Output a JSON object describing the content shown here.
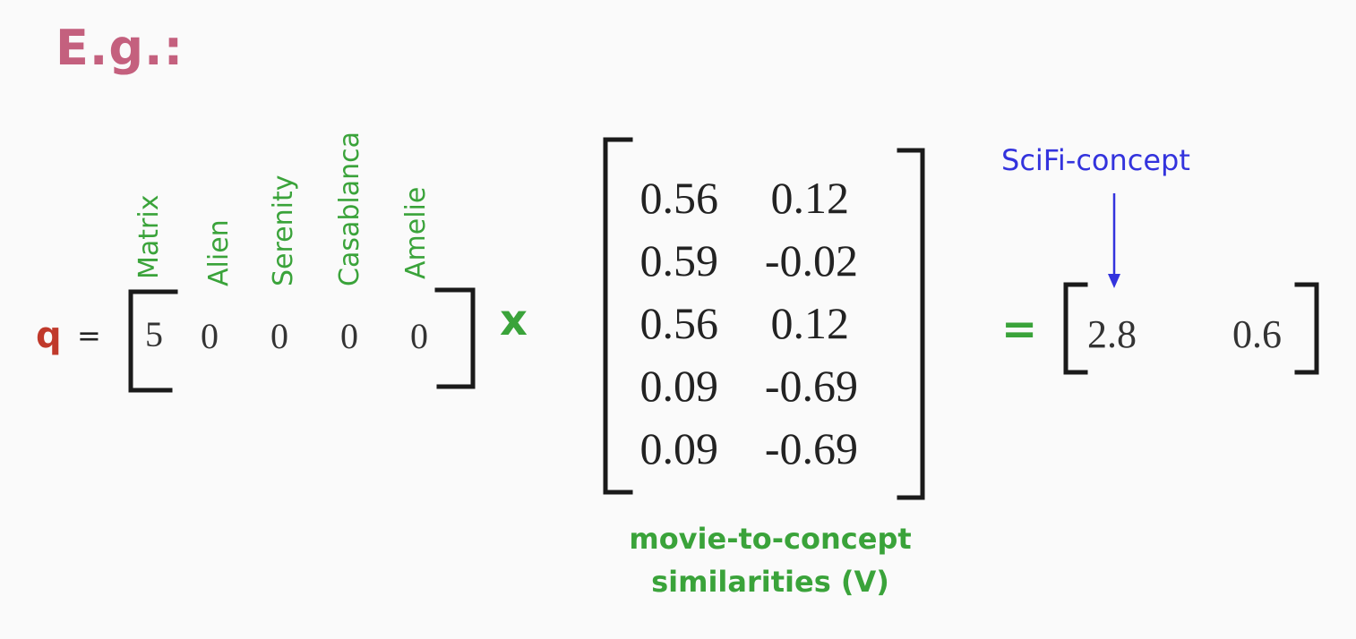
{
  "title": "E.g.:",
  "query": {
    "label": "q",
    "equals": "=",
    "movies": [
      "Matrix",
      "Alien",
      "Serenity",
      "Casablanca",
      "Amelie"
    ],
    "values": [
      "5",
      "0",
      "0",
      "0",
      "0"
    ]
  },
  "operator_times": "x",
  "matrix_v": {
    "rows": [
      [
        "0.56",
        "0.12"
      ],
      [
        "0.59",
        "-0.02"
      ],
      [
        "0.56",
        "0.12"
      ],
      [
        "0.09",
        "-0.69"
      ],
      [
        "0.09",
        "-0.69"
      ]
    ],
    "caption_line1": "movie-to-concept",
    "caption_line2": "similarities (V)"
  },
  "operator_equals": "=",
  "result": {
    "annotation": "SciFi-concept",
    "values": [
      "2.8",
      "0.6"
    ]
  }
}
